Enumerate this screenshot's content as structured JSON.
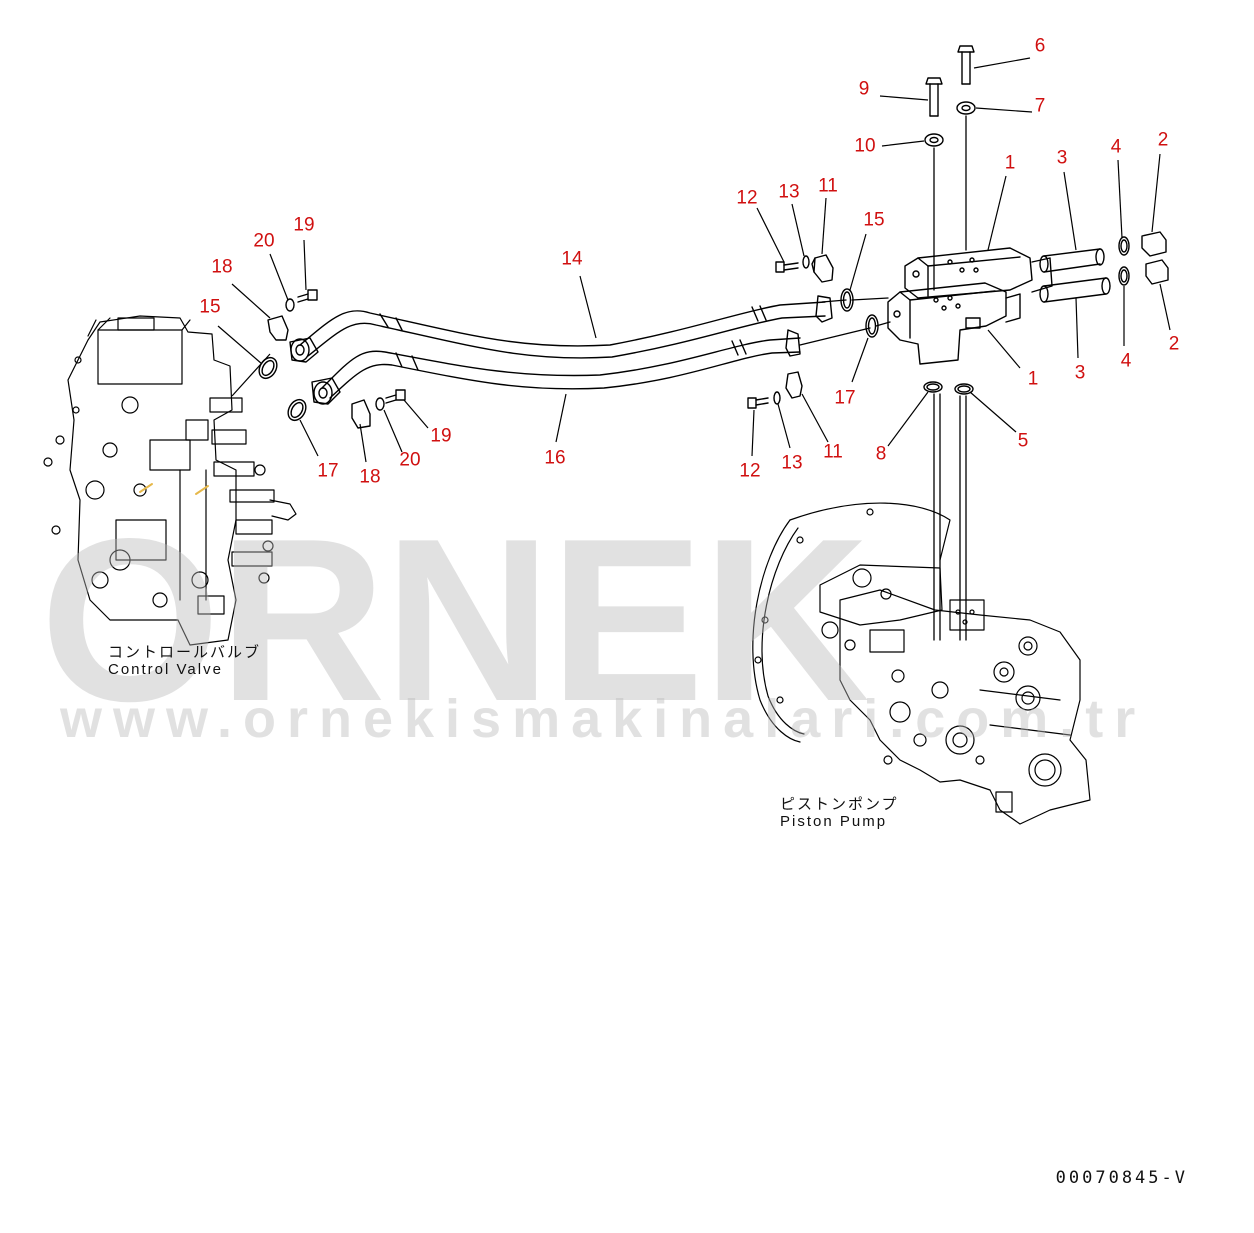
{
  "watermark": {
    "brand": "ORNEK",
    "url": "www.ornekismakinalari.com.tr"
  },
  "captions": {
    "control_valve_jp": "コントロールバルブ",
    "control_valve_en": "Control Valve",
    "piston_pump_jp": "ピストンポンプ",
    "piston_pump_en": "Piston Pump"
  },
  "drawing_code": "00070845-V",
  "callouts": [
    "1",
    "1",
    "2",
    "2",
    "3",
    "3",
    "4",
    "4",
    "5",
    "6",
    "7",
    "8",
    "9",
    "10",
    "11",
    "11",
    "12",
    "12",
    "13",
    "13",
    "14",
    "15",
    "15",
    "16",
    "17",
    "17",
    "18",
    "18",
    "19",
    "19",
    "20",
    "20"
  ],
  "colors": {
    "callout": "#d01010",
    "line": "#000000",
    "watermark": "#b9b9b9"
  }
}
